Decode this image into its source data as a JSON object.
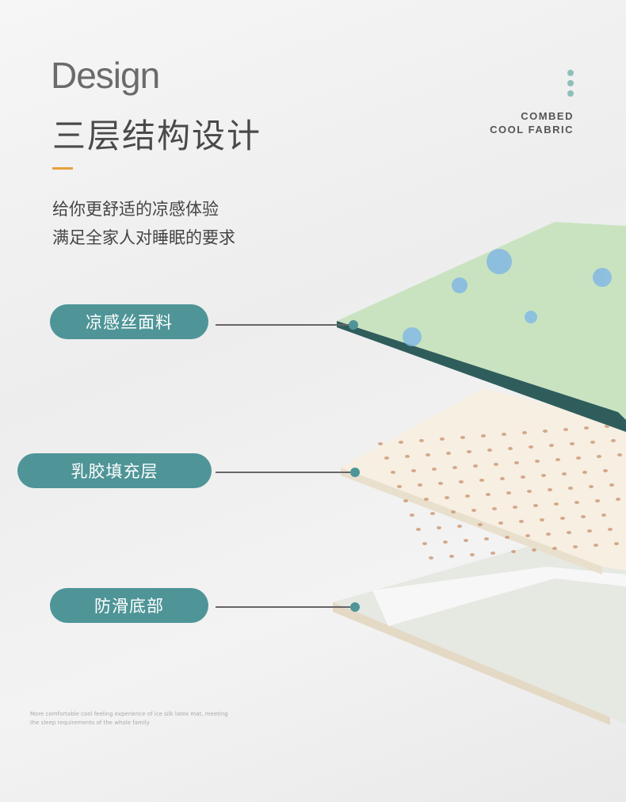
{
  "header": {
    "title_en": "Design",
    "title_cn": "三层结构设计",
    "subtitle_lines": [
      "给你更舒适的凉感体验",
      "满足全家人对睡眠的要求"
    ]
  },
  "tag": {
    "line1": "COMBED",
    "line2": "COOL FABRIC"
  },
  "layers": [
    {
      "label": "凉感丝面料"
    },
    {
      "label": "乳胶填充层"
    },
    {
      "label": "防滑底部"
    }
  ],
  "footer": {
    "line1": "More comfortable cool feeling experience of ice silk latex mat, meeting",
    "line2": "the sleep requirements of the whole family"
  },
  "colors": {
    "accent": "#e6a23c",
    "pill": "#4f9598"
  }
}
